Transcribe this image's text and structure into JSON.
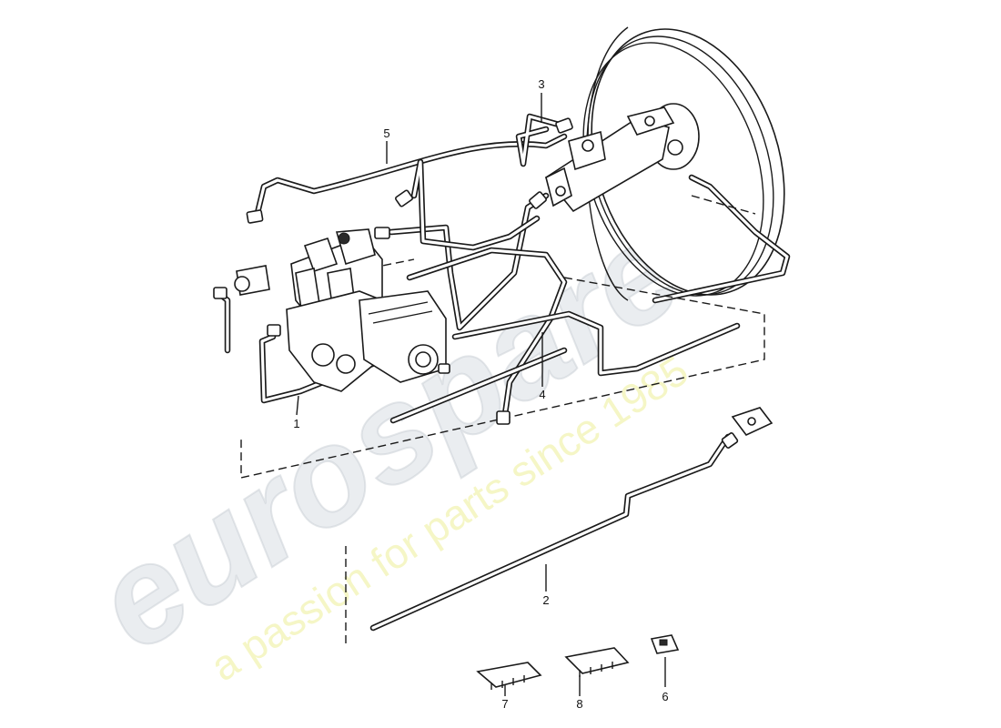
{
  "watermark": {
    "logo_text": "eurospares",
    "slogan": "a passion for parts since 1985",
    "logo_color": "#d9dee3",
    "slogan_color": "#eef0a0"
  },
  "callouts": [
    {
      "id": "1",
      "label": "1"
    },
    {
      "id": "2",
      "label": "2"
    },
    {
      "id": "3",
      "label": "3"
    },
    {
      "id": "4",
      "label": "4"
    },
    {
      "id": "5",
      "label": "5"
    },
    {
      "id": "6",
      "label": "6"
    },
    {
      "id": "7",
      "label": "7"
    },
    {
      "id": "8",
      "label": "8"
    }
  ],
  "colors": {
    "line": "#1a1a1a",
    "background": "#ffffff"
  }
}
